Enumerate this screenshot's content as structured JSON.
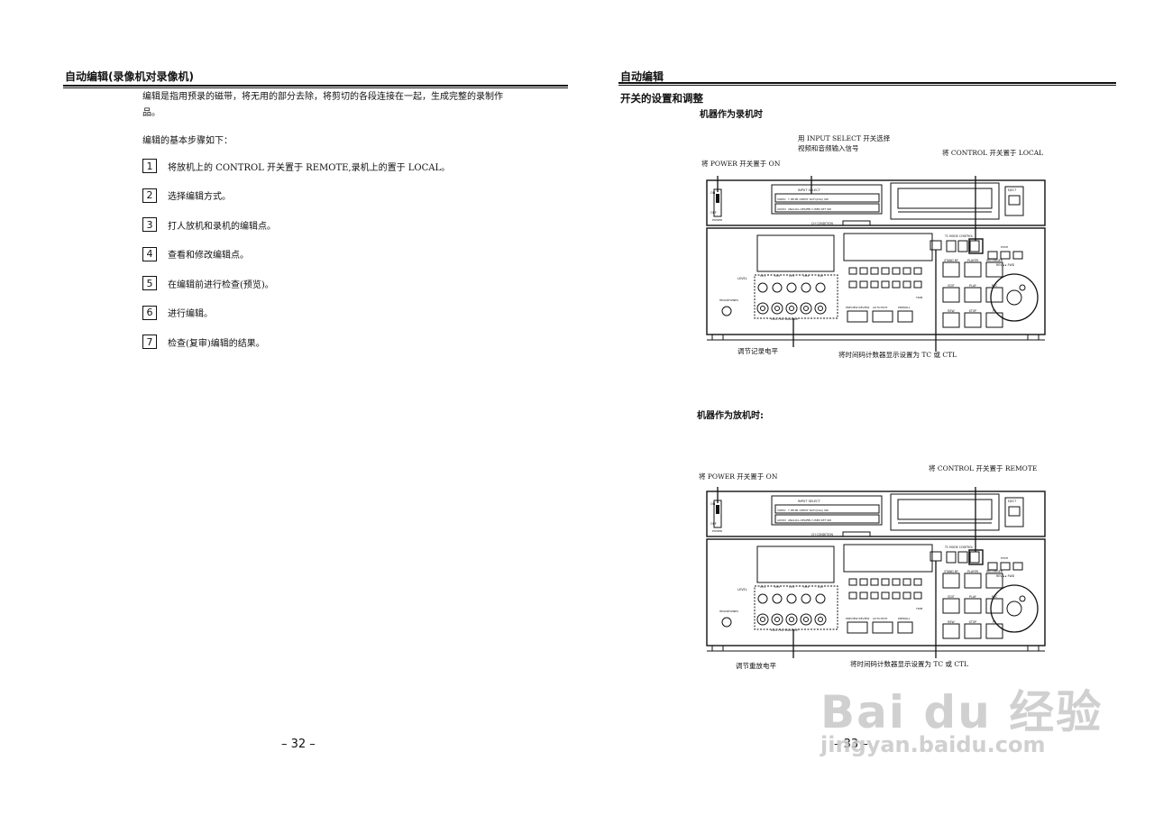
{
  "left_page": {
    "header": "自动编辑(录像机对录像机)",
    "intro_line1": "编辑是指用预录的磁带，将无用的部分去除，将剪切的各段连接在一起，生成完整的录制作",
    "intro_line2": "品。",
    "steps_intro": "编辑的基本步骤如下：",
    "steps": [
      {
        "num": "1",
        "text": "将放机上的 CONTROL 开关置于 REMOTE,录机上的置于 LOCAL。"
      },
      {
        "num": "2",
        "text": "选择编辑方式。"
      },
      {
        "num": "3",
        "text": "打人放机和录机的编辑点。"
      },
      {
        "num": "4",
        "text": "查看和修改编辑点。"
      },
      {
        "num": "5",
        "text": "在编辑前进行检查(预览)。"
      },
      {
        "num": "6",
        "text": "进行编辑。"
      },
      {
        "num": "7",
        "text": "检查(复审)编辑的结果。"
      }
    ],
    "page_number": "– 32 –"
  },
  "right_page": {
    "header": "自动编辑",
    "section_title": "开关的设置和调整",
    "recorder": {
      "title": "机器作为录机时",
      "label_input_select_1": "用 INPUT SELECT 开关选择",
      "label_input_select_2": "视频和音频输入信号",
      "label_power": "将 POWER 开关置于 ON",
      "label_control": "将 CONTROL 开关置于 LOCAL",
      "label_level": "调节记录电平",
      "label_counter": "将时间码计数器显示设置为 TC 或 CTL"
    },
    "player": {
      "title": "机器作为放机时:",
      "label_power": "将 POWER 开关置于 ON",
      "label_control": "将 CONTROL 开关置于 REMOTE",
      "label_level": "调节重放电平",
      "label_counter": "将时间码计数器显示设置为 TC 或 CTL"
    },
    "page_number": "– 33 –"
  },
  "panel": {
    "input_select": "INPUT SELECT",
    "video": "VIDEO",
    "audio": "AUDIO",
    "video_row": "Y PB PR   CMPST   SDTI(CSA)   SDI",
    "audio_row": "ANALOG   AES/EBU   USER SET   SDI",
    "eject": "EJECT",
    "on": "ON",
    "off": "OFF",
    "power": "POWER",
    "ch_condition": "CH CONDITION",
    "level": "LEVEL",
    "channels": [
      "CH1",
      "CH2",
      "CH3",
      "CH4",
      "CUE"
    ],
    "pull_for_variable": "PULL FOR VARIABLE",
    "headphones": "HEADPHONES",
    "tc_mode_control": "TC   MODE   CONTROL",
    "stand_by": "STAND BY",
    "player_btn": "PLAYER",
    "recorder_btn": "RECORDER",
    "edit": "EDIT",
    "play": "PLAY",
    "rec": "REC",
    "rew": "REW",
    "stop": "STOP",
    "ff": "FF",
    "preview_review": "PREVIEW REVIEW",
    "auto_edit": "AUTO EDIT",
    "preroll": "PREROLL",
    "trim": "TRIM",
    "rev_fwd": "REV ◂ ▸ FWD",
    "push": "PUSH",
    "jog": "JOG",
    "shuttle": "SHUTTLE"
  },
  "watermark": {
    "brand": "Bai du 经验",
    "url": "jingyan.baidu.com"
  }
}
